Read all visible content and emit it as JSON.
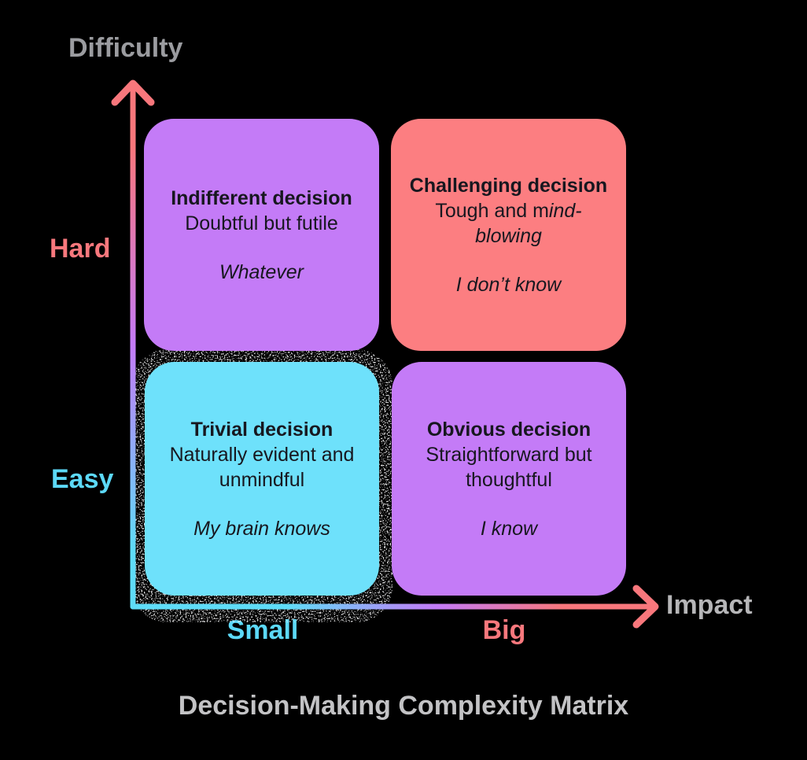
{
  "title": "Decision-Making Complexity Matrix",
  "axes": {
    "y": {
      "label": "Difficulty",
      "high_label": "Hard",
      "low_label": "Easy"
    },
    "x": {
      "label": "Impact",
      "low_label": "Small",
      "high_label": "Big"
    }
  },
  "quadrants": [
    {
      "id": "indifferent",
      "position": "top-left",
      "color": "#C47BF7",
      "title": "Indifferent decision",
      "subtitle": "Doubtful but futile",
      "quote": "Whatever",
      "lines": [
        {
          "t": "Indifferent decision",
          "b": 1
        },
        {
          "t": "Doubtful but futile"
        },
        {
          "spacer": 1
        },
        {
          "t": "Whatever",
          "i": 1
        }
      ]
    },
    {
      "id": "challenging",
      "position": "top-right",
      "color": "#FC7E81",
      "title": "Challenging decision",
      "subtitle": "Tough and mind-blowing",
      "quote": "I don’t know",
      "lines": [
        {
          "t": "Challenging decision",
          "b": 1
        },
        {
          "seg": [
            {
              "t": "Tough and m"
            },
            {
              "t": "ind-",
              "i": 1
            }
          ]
        },
        {
          "t": "blowing",
          "i": 1
        },
        {
          "spacer": 1
        },
        {
          "t": "I don’t know",
          "i": 1
        }
      ]
    },
    {
      "id": "trivial",
      "position": "bottom-left",
      "color": "#6EE1FB",
      "title": "Trivial decision",
      "subtitle": "Naturally evident and unmindful",
      "quote": "My brain knows",
      "lines": [
        {
          "t": "Trivial decision",
          "b": 1
        },
        {
          "t": "Naturally evident and"
        },
        {
          "t": "unmindful"
        },
        {
          "spacer": 1
        },
        {
          "t": "My brain knows",
          "i": 1
        }
      ]
    },
    {
      "id": "obvious",
      "position": "bottom-right",
      "color": "#C47BF7",
      "title": "Obvious decision",
      "subtitle": "Straightforward but thoughtful",
      "quote": "I know",
      "lines": [
        {
          "t": "Obvious decision",
          "b": 1
        },
        {
          "t": "Straightforward but"
        },
        {
          "t": "thoughtful"
        },
        {
          "spacer": 1
        },
        {
          "t": "I know",
          "i": 1
        }
      ]
    }
  ],
  "colors": {
    "background": "#000000",
    "pink": "#F8777C",
    "purple": "#C47BF7",
    "cyan": "#5FDCF8",
    "gray_label": "#9B9CA0",
    "gray_impact": "#B6B6B8",
    "gray_title": "#C3C3C5",
    "card_text": "#17171F",
    "spray": "#DFE3E8"
  }
}
